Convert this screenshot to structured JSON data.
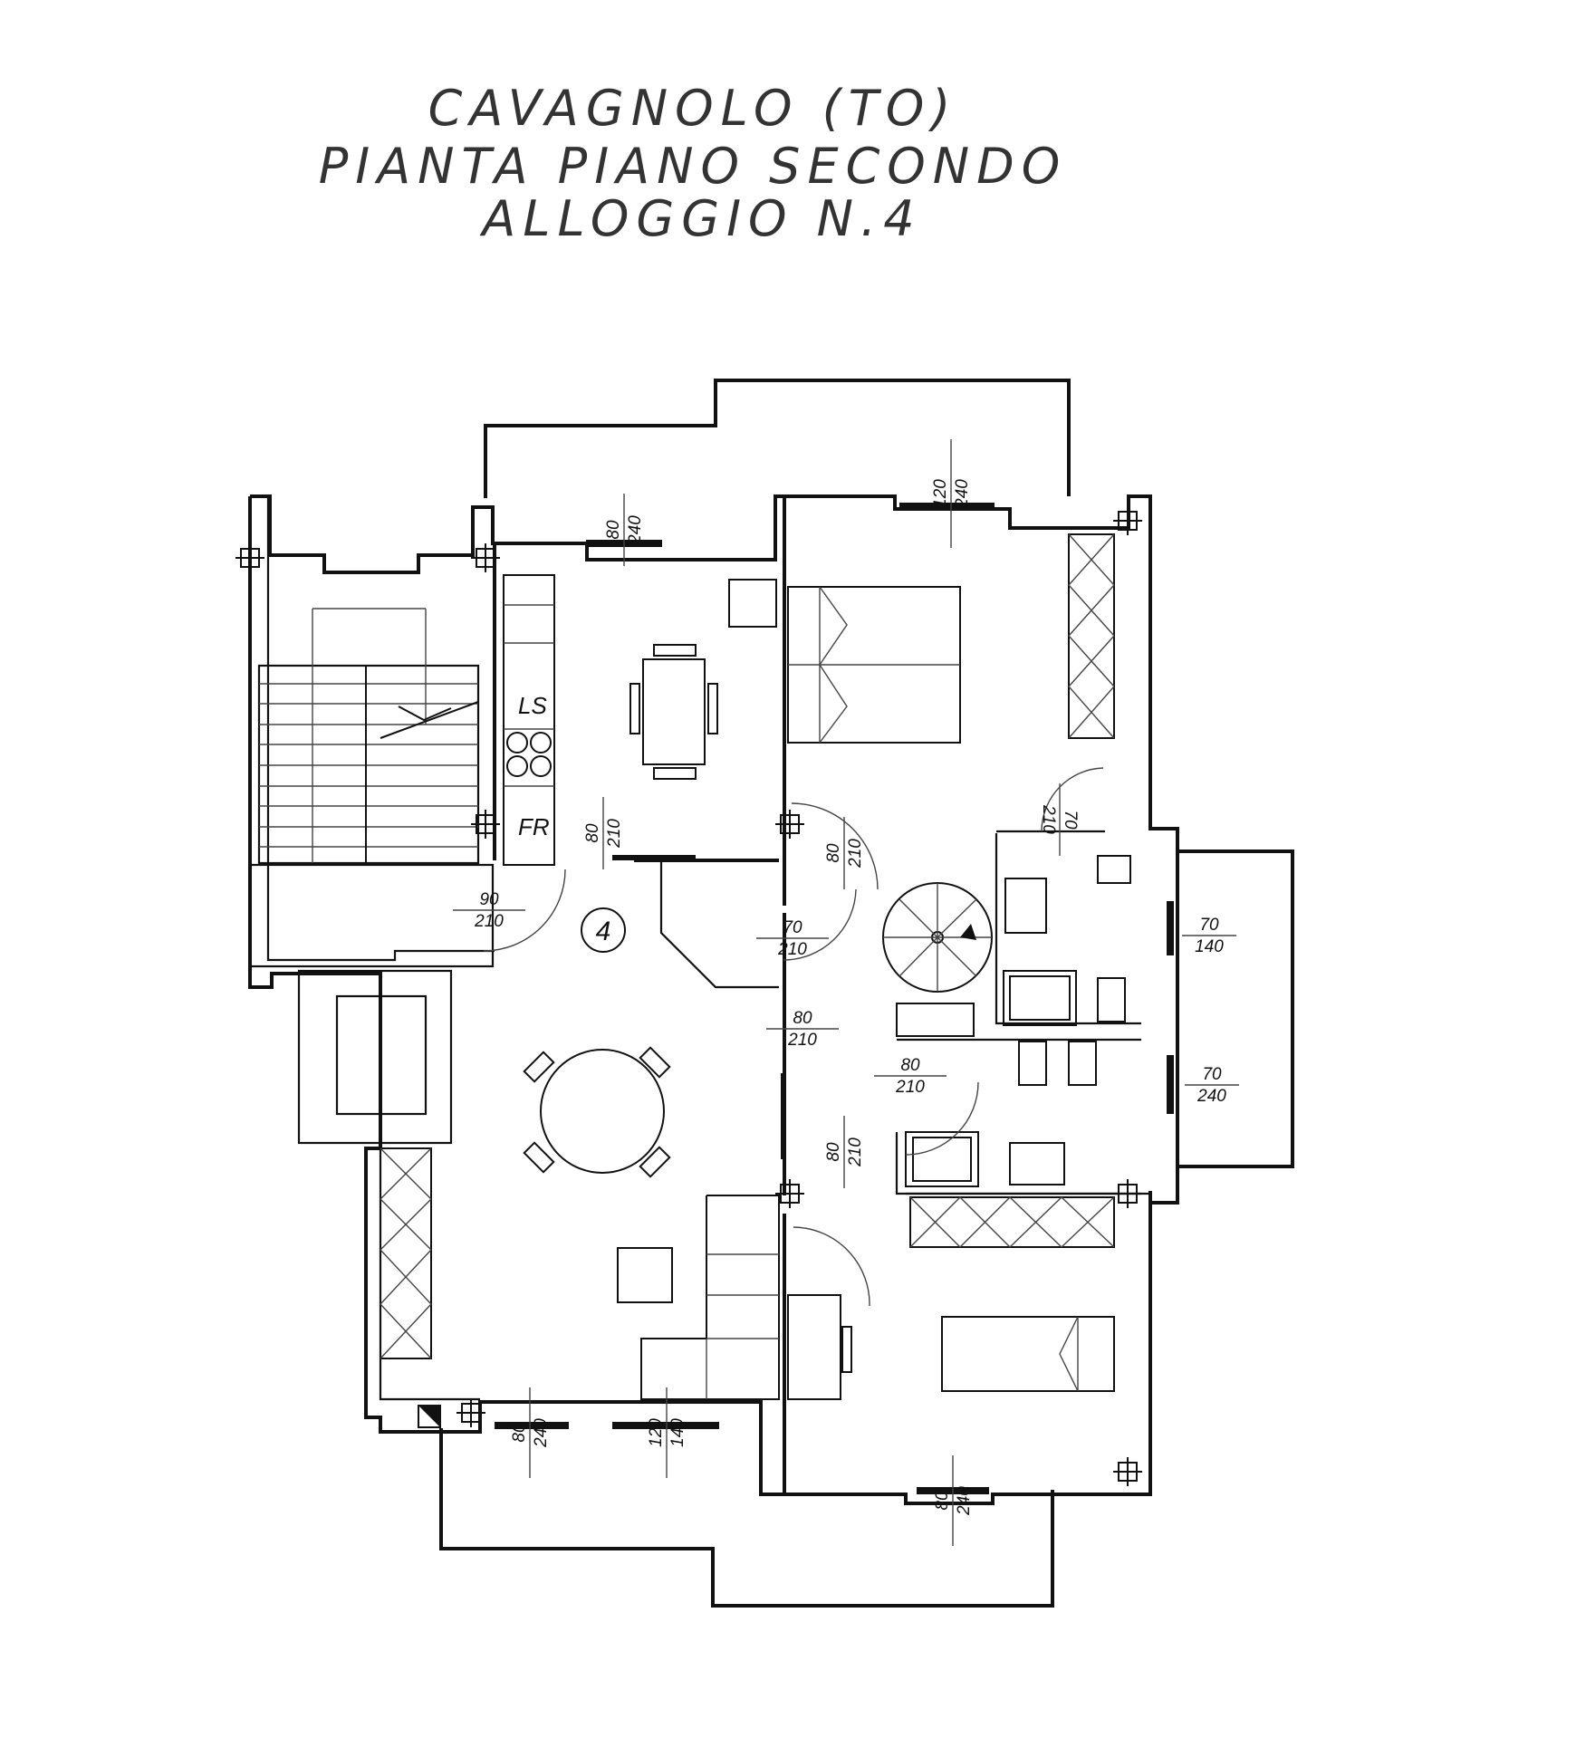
{
  "title": {
    "line1": "CAVAGNOLO (TO)",
    "line2": "PIANTA PIANO SECONDO",
    "line3": "ALLOGGIO N.4"
  },
  "unit_label": "4",
  "fixture_labels": {
    "sink": "LS",
    "fridge": "FR"
  },
  "openings": {
    "kitchen_window": {
      "top": "80",
      "bottom": "240"
    },
    "kitchen_door": {
      "top": "80",
      "bottom": "210"
    },
    "entrance_door": {
      "top": "90",
      "bottom": "210"
    },
    "bedroom1_window": {
      "top": "120",
      "bottom": "240"
    },
    "bedroom1_door": {
      "top": "80",
      "bottom": "210"
    },
    "closet_door": {
      "top": "70",
      "bottom": "210"
    },
    "bath1_door": {
      "top": "70",
      "bottom": "210"
    },
    "bath1_window": {
      "top": "70",
      "bottom": "140"
    },
    "hall_door": {
      "top": "80",
      "bottom": "210"
    },
    "bath2_door": {
      "top": "80",
      "bottom": "210"
    },
    "bath2_window": {
      "top": "70",
      "bottom": "240"
    },
    "bedroom2_door": {
      "top": "80",
      "bottom": "210"
    },
    "living_window_left": {
      "top": "80",
      "bottom": "240"
    },
    "living_window_right": {
      "top": "120",
      "bottom": "140"
    },
    "bedroom2_window": {
      "top": "80",
      "bottom": "240"
    }
  }
}
